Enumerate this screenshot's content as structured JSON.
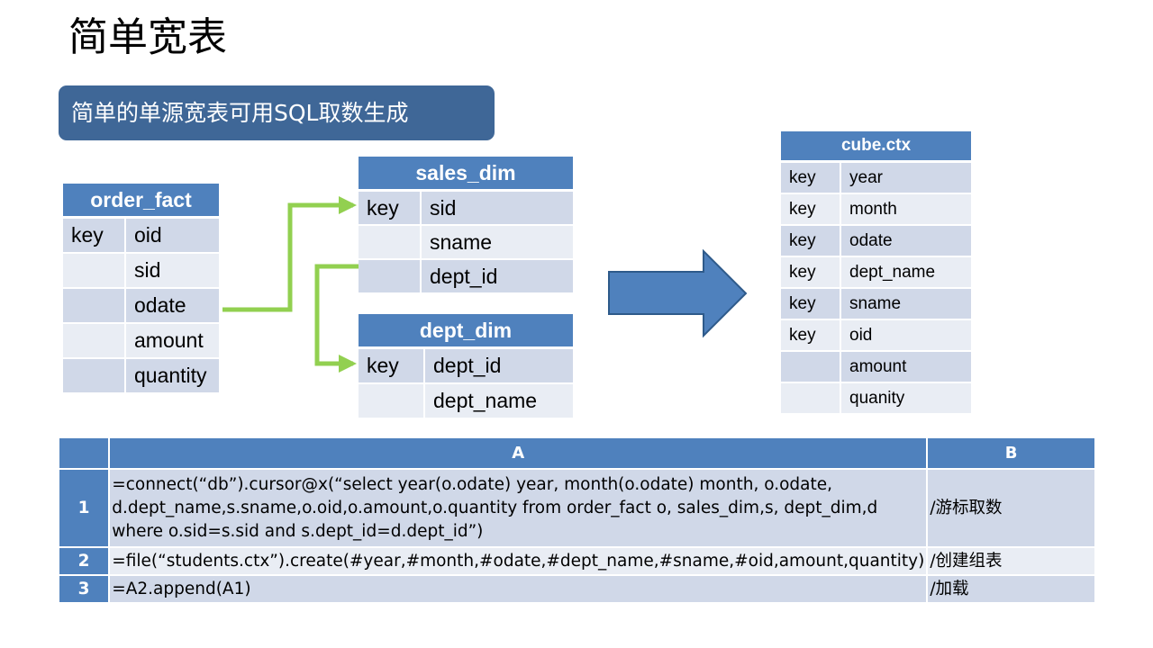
{
  "page": {
    "title": "简单宽表",
    "banner": "简单的单源宽表可用SQL取数生成"
  },
  "order_fact": {
    "name": "order_fact",
    "rows": [
      {
        "key": "key",
        "field": "oid"
      },
      {
        "key": "",
        "field": "sid"
      },
      {
        "key": "",
        "field": "odate"
      },
      {
        "key": "",
        "field": "amount"
      },
      {
        "key": "",
        "field": "quantity"
      }
    ]
  },
  "sales_dim": {
    "name": "sales_dim",
    "rows": [
      {
        "key": "key",
        "field": "sid"
      },
      {
        "key": "",
        "field": "sname"
      },
      {
        "key": "",
        "field": "dept_id"
      }
    ]
  },
  "dept_dim": {
    "name": "dept_dim",
    "rows": [
      {
        "key": "key",
        "field": "dept_id"
      },
      {
        "key": "",
        "field": "dept_name"
      }
    ]
  },
  "cube_ctx": {
    "name": "cube.ctx",
    "rows": [
      {
        "key": "key",
        "field": "year"
      },
      {
        "key": "key",
        "field": "month"
      },
      {
        "key": "key",
        "field": "odate"
      },
      {
        "key": "key",
        "field": "dept_name"
      },
      {
        "key": "key",
        "field": "sname"
      },
      {
        "key": "key",
        "field": "oid"
      },
      {
        "key": "",
        "field": "amount"
      },
      {
        "key": "",
        "field": "quanity"
      }
    ]
  },
  "colors": {
    "header_blue": "#4f81bd",
    "banner_blue": "#3f6797",
    "connector_green": "#92d050",
    "arrow_fill": "#4f81bd",
    "arrow_stroke": "#2e5a8a"
  },
  "script_grid": {
    "columns": [
      "A",
      "B"
    ],
    "rows": [
      {
        "num": "1",
        "a_lines": [
          "=connect(“db”).cursor@x(“select year(o.odate) year, month(o.odate) month, o.odate,",
          "d.dept_name,s.sname,o.oid,o.amount,o.quantity from order_fact o, sales_dim,s, dept_dim,d",
          "where o.sid=s.sid and s.dept_id=d.dept_id”)"
        ],
        "b": "/游标取数"
      },
      {
        "num": "2",
        "a_lines": [
          "=file(“students.ctx”).create(#year,#month,#odate,#dept_name,#sname,#oid,amount,quantity)"
        ],
        "b": "/创建组表"
      },
      {
        "num": "3",
        "a_lines": [
          "=A2.append(A1)"
        ],
        "b": "/加载"
      }
    ]
  }
}
